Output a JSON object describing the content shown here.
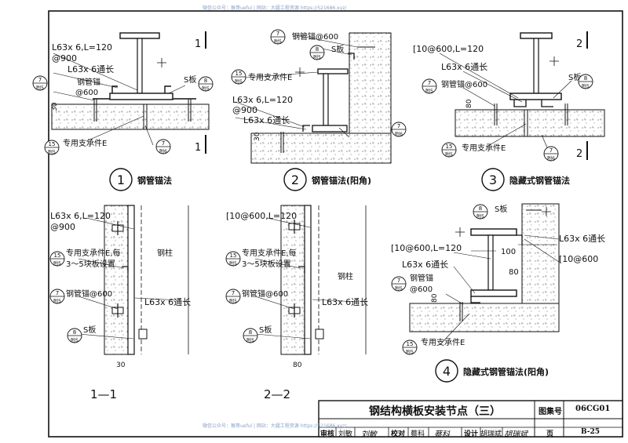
{
  "watermark_top": "微信公众号：猴哥ueful | 网站：大疆工程资源 https://521686.xyz/",
  "watermark_bottom": "微信公众号：猴哥ueful | 网站：大疆工程资源 https://521686.xyz/",
  "detail1": {
    "number": "1",
    "title": "钢管锚法",
    "angle_label_1": "L63x 6,L=120",
    "angle_label_2": "@900",
    "angle_long": "L63x 6通长",
    "pipe_anchor": "钢管锚",
    "pipe_anchor_spacing": "@600",
    "s_plate": "S板",
    "gap": "30",
    "section_mark": "1",
    "bracket": "专用支承件E",
    "ref_7_top": "7",
    "ref_7_bot": "附5",
    "ref_8_top": "8",
    "ref_8_bot": "附5",
    "ref_15_top": "15",
    "ref_15_bot": "附5",
    "ref_7b_top": "7",
    "ref_7b_bot": "附6"
  },
  "detail2": {
    "number": "2",
    "title": "钢管锚法(阳角)",
    "pipe_anchor": "钢管锚@600",
    "s_plate": "S板",
    "bracket": "专用支承件E",
    "angle_label_1": "L63x 6,L=120",
    "angle_label_2": "@900",
    "angle_long": "L63x 6通长",
    "gap": "30",
    "ref_7_top": "7",
    "ref_7_bot": "附5",
    "ref_8_top": "8",
    "ref_8_bot": "附5",
    "ref_15_top": "15",
    "ref_15_bot": "附5",
    "ref_7b_top": "7",
    "ref_7b_bot": "附6"
  },
  "detail3": {
    "number": "3",
    "title": "隐藏式钢管锚法",
    "channel_label": "[10@600,L=120",
    "angle_long": "L63x 6通长",
    "pipe_anchor": "钢管锚@600",
    "s_plate": "S板",
    "gap": "80",
    "section_mark": "2",
    "bracket": "专用支承件E",
    "ref_7_top": "7",
    "ref_7_bot": "附5",
    "ref_8_top": "8",
    "ref_8_bot": "附5",
    "ref_15_top": "15",
    "ref_15_bot": "附5",
    "ref_7b_top": "7",
    "ref_7b_bot": "附6"
  },
  "detail4": {
    "number": "4",
    "title": "隐藏式钢管锚法(阳角)",
    "s_plate": "S板",
    "channel_label": "[10@600,L=120",
    "angle_long_a": "L63x 6通长",
    "angle_long_b": "L63x 6通长",
    "channel_right": "[10@600",
    "dim_100": "100",
    "dim_80a": "80",
    "dim_80b": "80",
    "pipe_anchor": "钢管锚",
    "pipe_anchor_spacing": "@600",
    "bracket": "专用支承件E",
    "ref_8_top": "8",
    "ref_8_bot": "附5",
    "ref_7_top": "7",
    "ref_7_bot": "附5",
    "ref_15_top": "15",
    "ref_15_bot": "附5"
  },
  "section11": {
    "label": "1—1",
    "angle_label_1": "L63x 6,L=120",
    "angle_label_2": "@900",
    "bracket_1": "专用支承件E,每",
    "bracket_2": "3～5块板设置",
    "column": "钢柱",
    "pipe_anchor": "钢管锚@600",
    "angle_long": "L63x 6通长",
    "s_plate": "S板",
    "gap": "30",
    "ref_15_top": "15",
    "ref_15_bot": "附5",
    "ref_7_top": "7",
    "ref_7_bot": "附5",
    "ref_8_top": "8",
    "ref_8_bot": "附5"
  },
  "section22": {
    "label": "2—2",
    "channel_label": "[10@600,L=120",
    "bracket_1": "专用支承件E,每",
    "bracket_2": "3～5块板设置",
    "column": "钢柱",
    "pipe_anchor": "钢管锚@600",
    "angle_long": "L63x 6通长",
    "s_plate": "S板",
    "gap": "80",
    "ref_15_top": "15",
    "ref_15_bot": "附5",
    "ref_7_top": "7",
    "ref_7_bot": "附5",
    "ref_8_top": "8",
    "ref_8_bot": "附5"
  },
  "title_block": {
    "drawing_title": "钢结构横板安装节点（三）",
    "atlas_label": "图集号",
    "atlas_number": "06CG01",
    "review_label": "审核",
    "reviewer": "刘敏",
    "reviewer_sign": "刘敏",
    "check_label": "校对",
    "checker": "蔡科",
    "checker_sign": "蔡科",
    "design_label": "设计",
    "designer": "胡瑞斌",
    "designer_sign": "胡瑞斌",
    "page_label": "页",
    "page_number": "B-25"
  }
}
